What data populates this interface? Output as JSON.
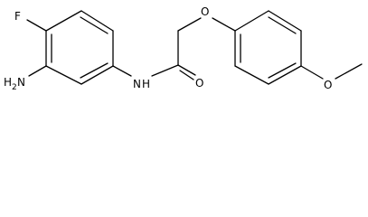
{
  "molecule": {
    "atoms": {
      "fluorine": "F",
      "amine_n": "N",
      "amine_h": "H",
      "amine_sub": "2",
      "amide_n": "N",
      "amide_h": "H",
      "carbonyl_o": "O",
      "ether_o": "O",
      "methoxy": "O"
    }
  },
  "colors": {
    "bond": "#000000",
    "label": "#000000",
    "background": "#ffffff"
  }
}
